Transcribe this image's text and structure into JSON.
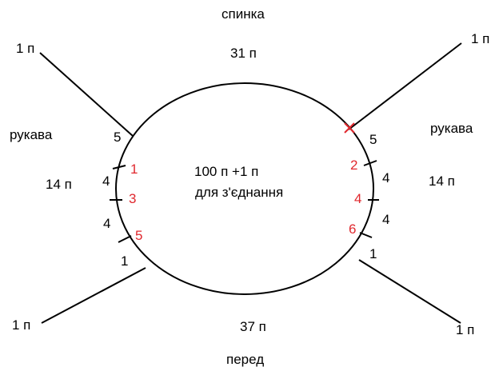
{
  "labels": {
    "back": "спинка",
    "front": "перед",
    "sleeve_left": "рукава",
    "sleeve_right": "рукава",
    "back_stitches": "31 п",
    "front_stitches": "37 п",
    "center_line1": "100 п +1 п",
    "center_line2": "для з'єднання",
    "sleeve_left_stitches": "14 п",
    "sleeve_right_stitches": "14 п",
    "corner_top_left": "1 п",
    "corner_top_right": "1 п",
    "corner_bottom_left": "1 п",
    "corner_bottom_right": "1 п"
  },
  "left_counts": [
    "5",
    "4",
    "4",
    "1"
  ],
  "right_counts": [
    "5",
    "4",
    "4",
    "1"
  ],
  "left_markers": [
    "1",
    "3",
    "5"
  ],
  "right_markers": [
    "2",
    "4",
    "6"
  ],
  "colors": {
    "line": "#000000",
    "marker_text": "#e0282e",
    "background": "#ffffff"
  }
}
